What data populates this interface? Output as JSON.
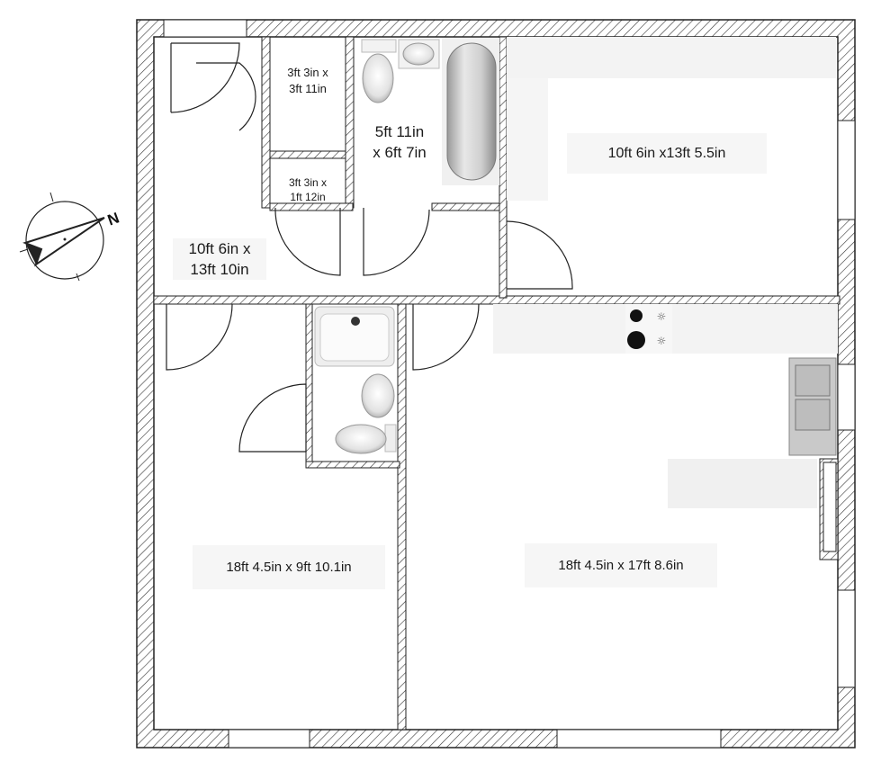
{
  "plan": {
    "compass": {
      "north_label": "N"
    },
    "rooms": [
      {
        "id": "closet-a",
        "label": "3ft 3in x\n3ft 11in"
      },
      {
        "id": "closet-b",
        "label": "3ft 3in x\n1ft 12in"
      },
      {
        "id": "bathroom-main",
        "label": "5ft 11in\nx 6ft 7in"
      },
      {
        "id": "bedroom-ne",
        "label": "10ft 6in x13ft 5.5in"
      },
      {
        "id": "bedroom-nw",
        "label": "10ft 6in x\n13ft 10in"
      },
      {
        "id": "bedroom-sw",
        "label": "18ft 4.5in x 9ft 10.1in"
      },
      {
        "id": "living-kitchen",
        "label": "18ft 4.5in x 17ft 8.6in"
      }
    ]
  }
}
